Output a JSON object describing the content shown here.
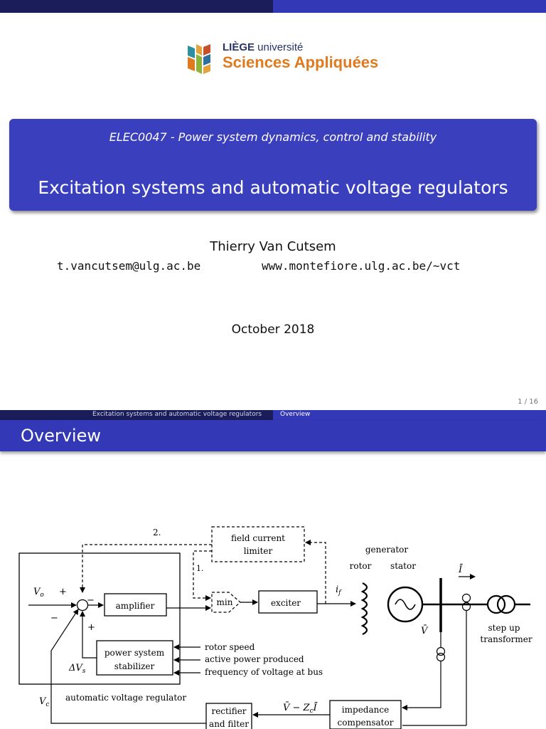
{
  "slide1": {
    "logo": {
      "text_line1_bold": "LIÈGE",
      "text_line1_light": " université",
      "text_line2": "Sciences Appliquées"
    },
    "course": "ELEC0047 - Power system dynamics, control and stability",
    "title": "Excitation systems and automatic voltage regulators",
    "author": "Thierry Van Cutsem",
    "email": "t.vancutsem@ulg.ac.be",
    "website": "www.montefiore.ulg.ac.be/~vct",
    "date": "October 2018",
    "page_number": "1 / 16",
    "colors": {
      "dark_blue": "#1b1d5a",
      "accent_blue": "#3338b6"
    }
  },
  "slide2": {
    "nav_title": "Excitation systems and automatic voltage regulators",
    "nav_section": "Overview",
    "frame_title": "Overview",
    "diagram": {
      "field_current_limiter": [
        "field current",
        "limiter"
      ],
      "label_2": "2.",
      "label_1": "1.",
      "generator": "generator",
      "rotor": "rotor",
      "stator": "stator",
      "amplifier": "amplifier",
      "min": "min",
      "exciter": "exciter",
      "if_label": "i",
      "if_sub": "f",
      "V0": "V",
      "V0_sub": "o",
      "plus1": "+",
      "minus1": "−",
      "minus2": "−",
      "plus2": "+",
      "pss": [
        "power system",
        "stabilizer"
      ],
      "dVs": "ΔV",
      "dVs_sub": "s",
      "inputs": [
        "rotor speed",
        "active power produced",
        "frequency of voltage at bus"
      ],
      "avr": "automatic voltage regulator",
      "Vc": "V",
      "Vc_sub": "c",
      "rectifier": [
        "rectifier",
        "and filter"
      ],
      "comp_expr": "V̄ − Z",
      "comp_expr_sub": "c",
      "comp_expr_end": "Ī",
      "impedance": [
        "impedance",
        "compensator"
      ],
      "I_bar": "Ī",
      "V_bar": "V̄",
      "step_up": [
        "step up",
        "transformer"
      ]
    }
  }
}
